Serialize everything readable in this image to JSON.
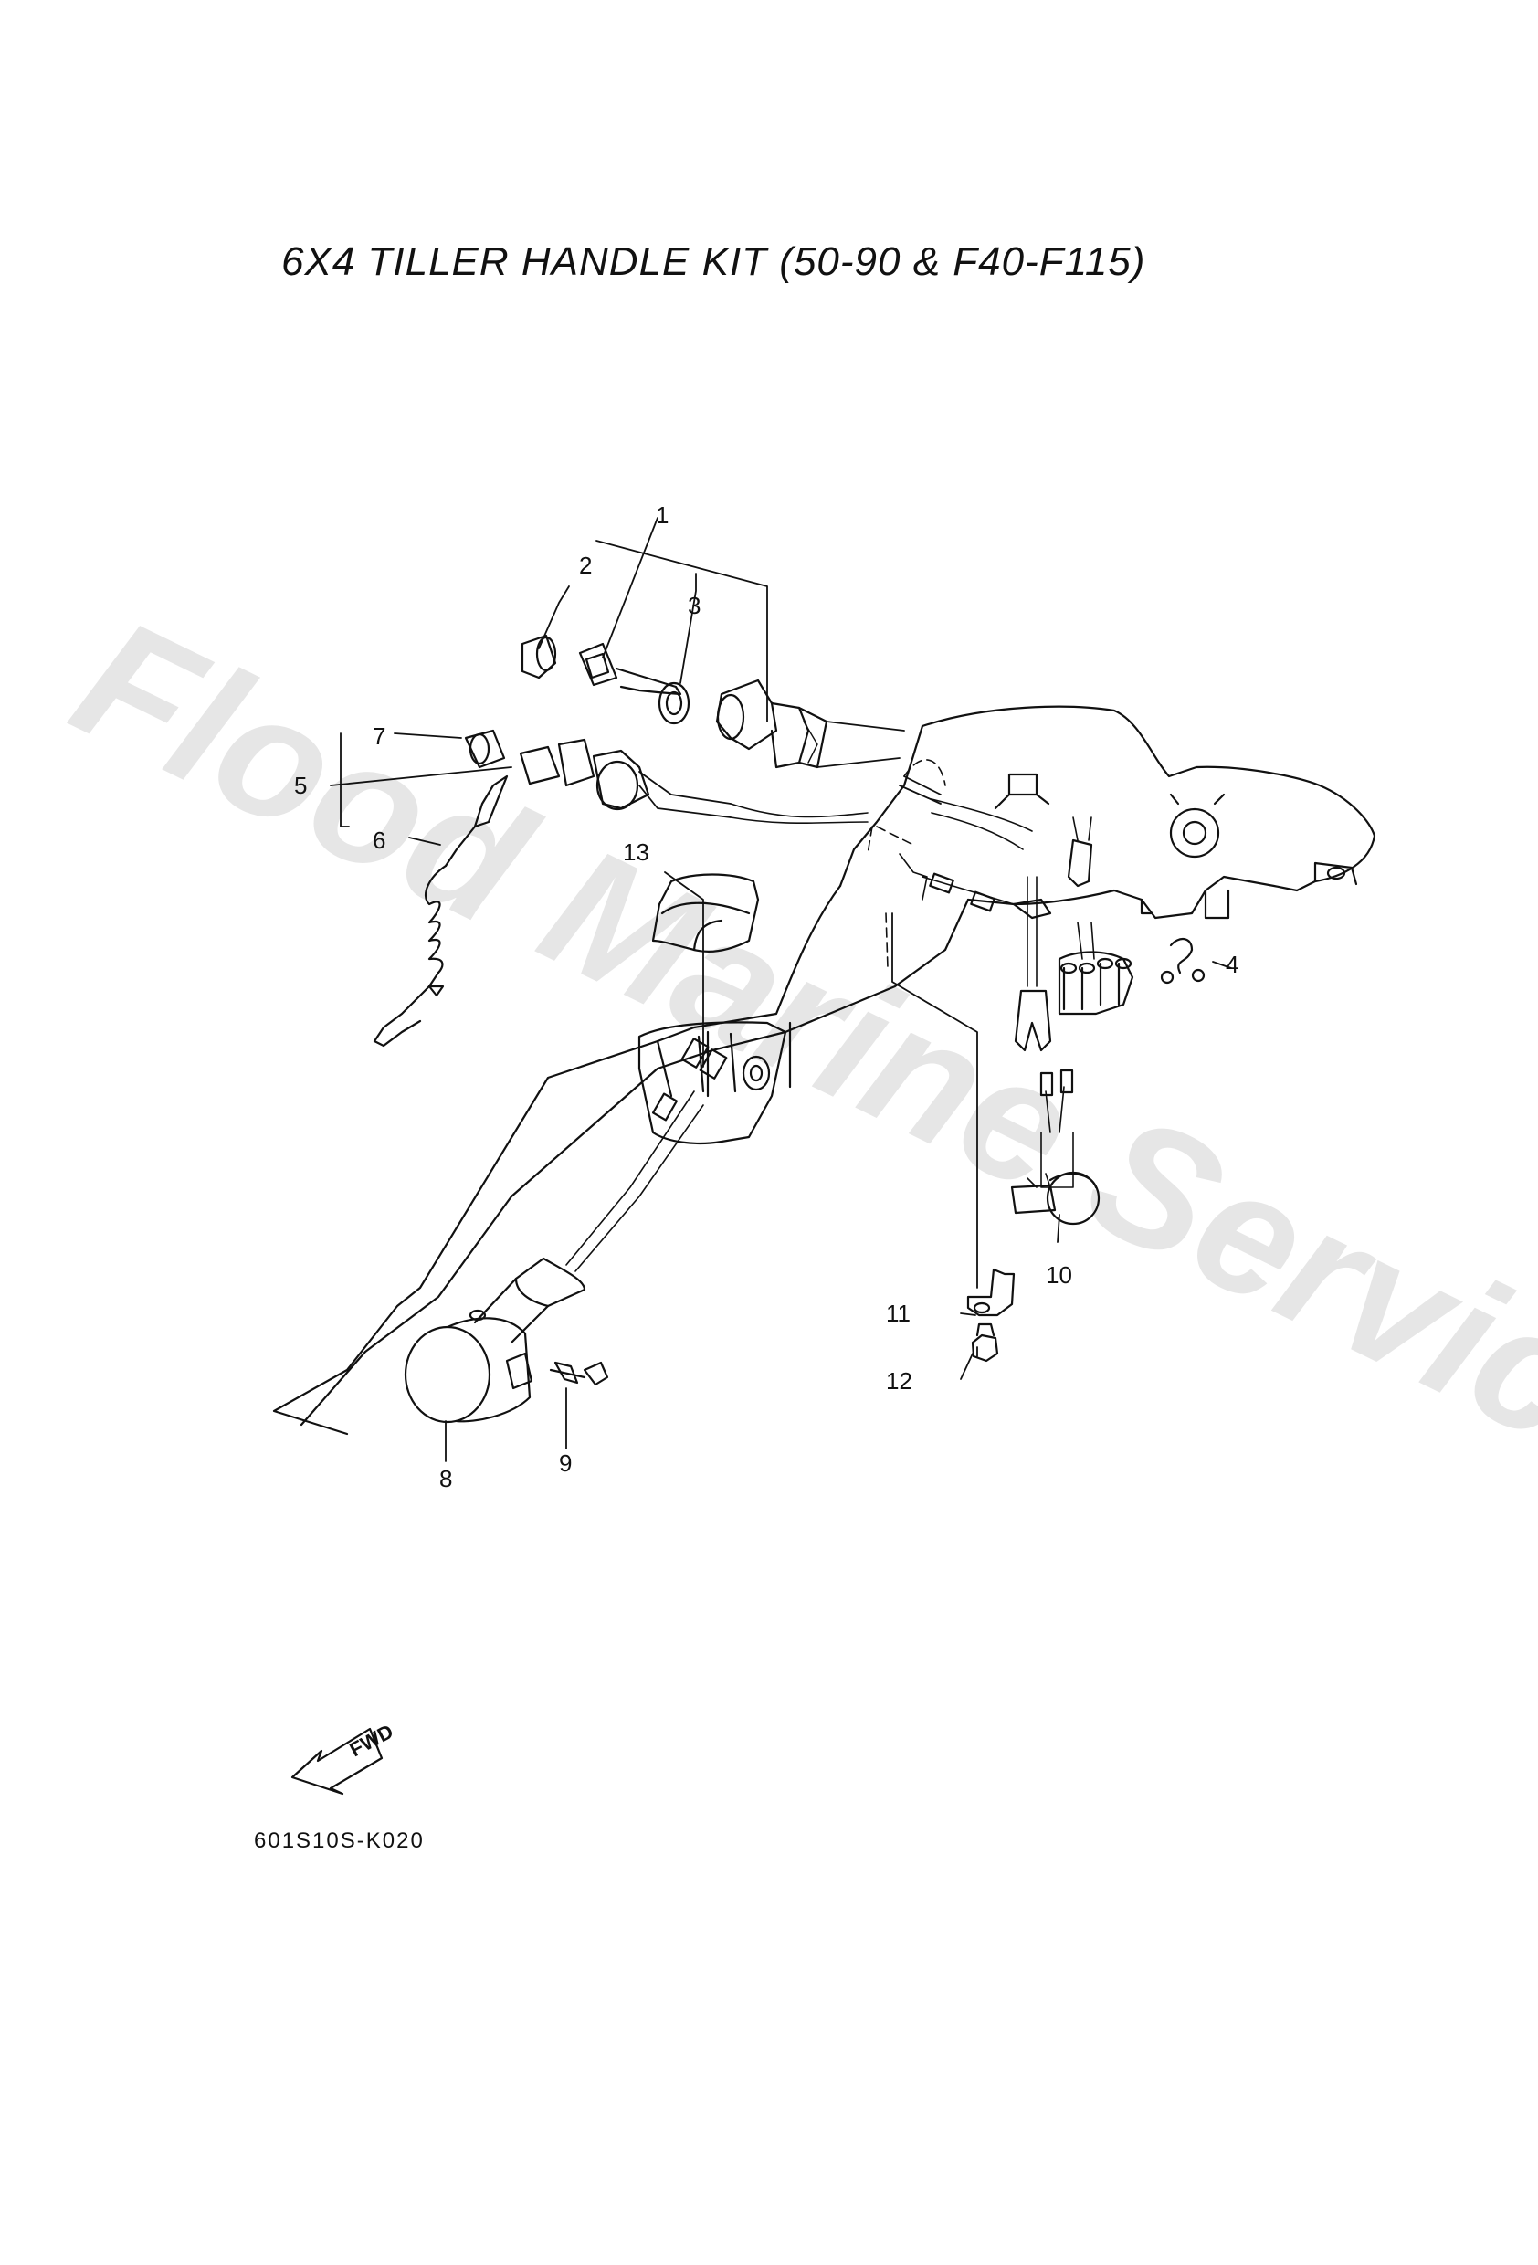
{
  "title": "6X4 TILLER HANDLE KIT  (50-90 & F40-F115)",
  "drawing_code": "601S10S-K020",
  "direction_label": "FWD",
  "watermark": "Flood Marine Services",
  "callouts": [
    "1",
    "2",
    "3",
    "4",
    "5",
    "6",
    "7",
    "8",
    "9",
    "10",
    "11",
    "12",
    "13"
  ],
  "line_color": "#111111",
  "watermark_color": "#d9d9d9"
}
